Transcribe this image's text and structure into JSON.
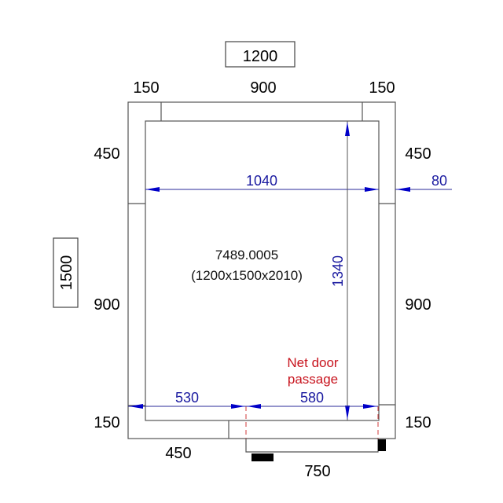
{
  "drawing": {
    "overall_width_box": "1200",
    "overall_depth_box": "1500",
    "top_segments": [
      "150",
      "900",
      "150"
    ],
    "left_segments": [
      "450",
      "900",
      "150"
    ],
    "right_segments": [
      "450",
      "900",
      "150"
    ],
    "bottom_segment_left": "450",
    "door_frame_width": "750",
    "panel_thickness": "80",
    "inner_width": "1040",
    "inner_depth": "1340",
    "door_offset": "530",
    "net_door_width": "580",
    "net_door_label_line1": "Net door",
    "net_door_label_line2": "passage",
    "model_code": "7489.0005",
    "model_dimensions": "(1200x1500x2010)"
  },
  "colors": {
    "dimension": "#1a1aa0",
    "arrow": "#0000c8",
    "door_note": "#c8141e",
    "wall": "#555555"
  }
}
